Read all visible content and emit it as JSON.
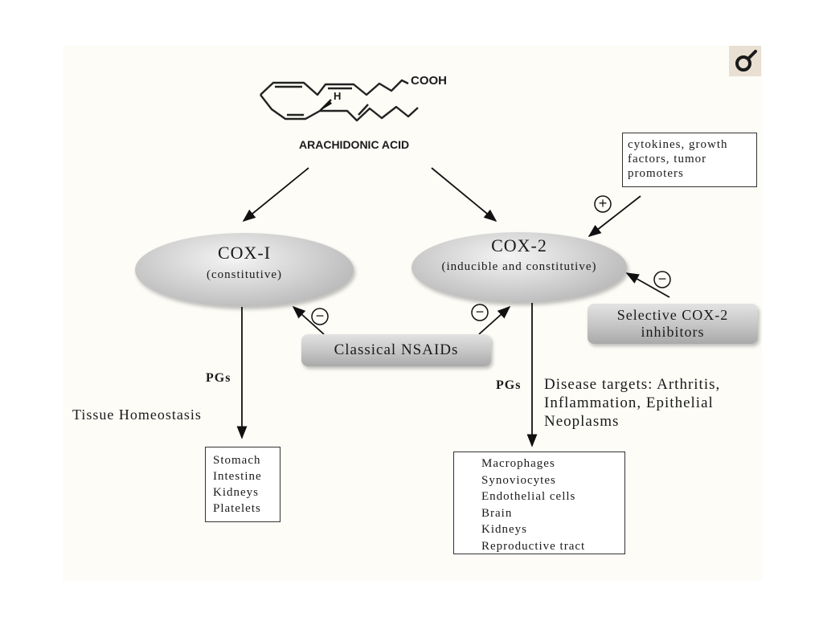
{
  "molecule": {
    "cooh_label": "COOH",
    "h_label": "H"
  },
  "title": "ARACHIDONIC ACID",
  "cox1": {
    "name": "COX-I",
    "note": "(constitutive)"
  },
  "cox2": {
    "name": "COX-2",
    "note": "(inducible and constitutive)"
  },
  "stimuli": {
    "lines": [
      "cytokines, growth",
      "factors, tumor",
      "promoters"
    ]
  },
  "signs": {
    "plus": "+",
    "minus": "−"
  },
  "classical_nsaids": "Classical NSAIDs",
  "selective_inhibitors": {
    "lines": [
      "Selective COX-2",
      "inhibitors"
    ]
  },
  "left_branch": {
    "pgs": "PGs",
    "function": "Tissue Homeostasis"
  },
  "right_branch": {
    "pgs": "PGs",
    "disease_lines": [
      "Disease targets: Arthritis,",
      "Inflammation, Epithelial",
      "Neoplasms"
    ]
  },
  "cox1_targets": [
    "Stomach",
    "Intestine",
    "Kidneys",
    "Platelets"
  ],
  "cox2_targets": [
    "Macrophages",
    "Synoviocytes",
    "Endothelial cells",
    "Brain",
    "Kidneys",
    "Reproductive tract"
  ],
  "corner_icon": "female-symbol-icon"
}
